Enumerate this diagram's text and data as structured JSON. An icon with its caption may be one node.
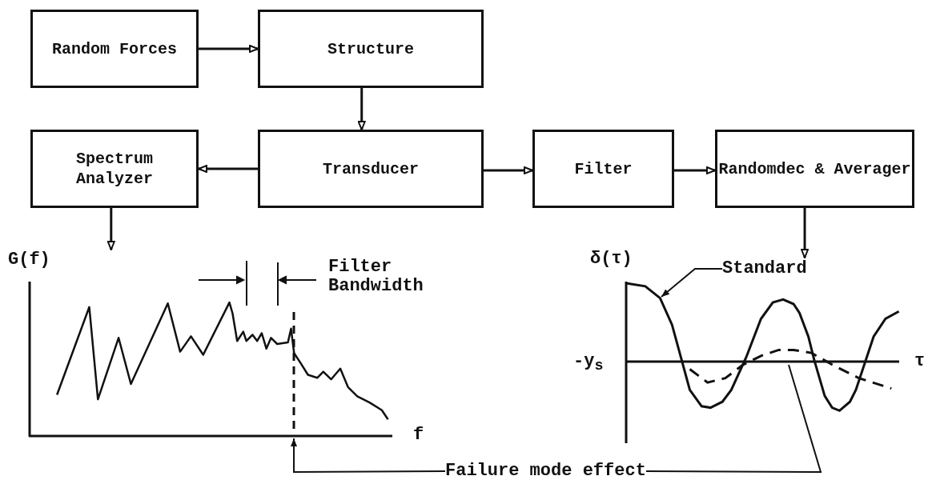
{
  "diagram": {
    "nodes": [
      {
        "text": [
          "Random Forces"
        ]
      },
      {
        "text": [
          "Structure"
        ]
      },
      {
        "text": [
          "Spectrum Analyzer"
        ]
      },
      {
        "text": [
          "Transducer"
        ]
      },
      {
        "text": [
          "Filter"
        ]
      },
      {
        "text": [
          "Randomdec & Averager"
        ]
      },
      {
        "text": [],
        "shape": "picture"
      },
      {
        "text": [],
        "shape": "picture"
      },
      {
        "text": [
          "Standard"
        ]
      },
      {
        "text": [
          "Failure mode effect"
        ]
      }
    ],
    "edges": [
      {
        "from": 0,
        "to": 1,
        "arrow": "to"
      },
      {
        "from": 1,
        "to": 3,
        "arrow": "to"
      },
      {
        "from": 3,
        "to": 2,
        "arrow": "to"
      },
      {
        "from": 3,
        "to": 4,
        "arrow": "to"
      },
      {
        "from": 4,
        "to": 5,
        "arrow": "to"
      },
      {
        "from": 2,
        "to": 6,
        "arrow": "to"
      },
      {
        "from": 5,
        "to": 7,
        "arrow": "to"
      },
      {
        "from": 8,
        "to": 7,
        "arrow": "to"
      },
      {
        "from": 9,
        "to": 6,
        "arrow": "to"
      },
      {
        "from": 9,
        "to": 7,
        "arrow": "none"
      }
    ],
    "labels": [
      "G(f)",
      "Filter Bandwidth",
      "f",
      "δ(τ)",
      "-y$_{s}$",
      "τ"
    ]
  }
}
